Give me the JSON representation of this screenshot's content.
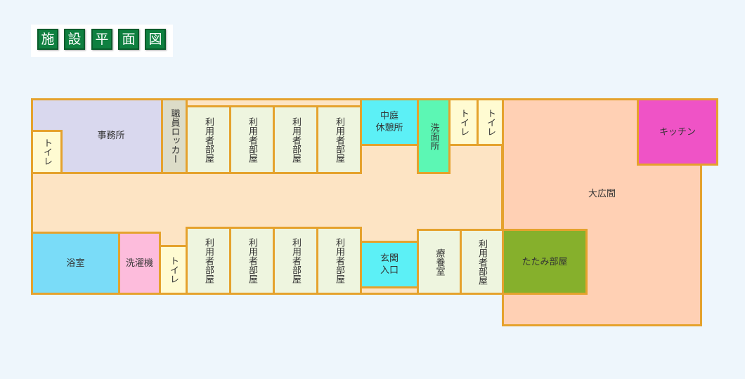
{
  "title": {
    "chars": [
      "施",
      "設",
      "平",
      "面",
      "図"
    ]
  },
  "rooms": {
    "office": "事務所",
    "toilet_office": "トイレ",
    "staff_locker": "職員ロッカー",
    "user_room_1": "利用者部屋",
    "user_room_2": "利用者部屋",
    "user_room_3": "利用者部屋",
    "user_room_4": "利用者部屋",
    "courtyard_rest_line1": "中庭",
    "courtyard_rest_line2": "休憩所",
    "washroom": "洗面所",
    "toilet_top_1": "トイレ",
    "toilet_top_2": "トイレ",
    "kitchen": "キッチン",
    "hall": "大広間",
    "bath": "浴室",
    "washing_machine": "洗濯機",
    "toilet_bottom": "トイレ",
    "user_room_5": "利用者部屋",
    "user_room_6": "利用者部屋",
    "user_room_7": "利用者部屋",
    "user_room_8": "利用者部屋",
    "entrance_line1": "玄関",
    "entrance_line2": "入口",
    "treatment_room": "療養室",
    "user_room_9": "利用者部屋",
    "tatami_room": "たたみ部屋"
  },
  "colors": {
    "wall": "#e5a22d",
    "corridor": "#fde4c4",
    "office": "#d9d8ee",
    "toilet": "#fffbd2",
    "locker": "#dcdcc8",
    "user_room": "#eef5df",
    "courtyard": "#5cf0f6",
    "washroom": "#5cf7b4",
    "kitchen": "#ef53c6",
    "hall": "#ffd0b4",
    "bath": "#7adcf8",
    "washing_machine": "#fdbcdc",
    "entrance": "#5cf0f6",
    "tatami": "#86b02c",
    "title_tile": "#0f8040"
  }
}
